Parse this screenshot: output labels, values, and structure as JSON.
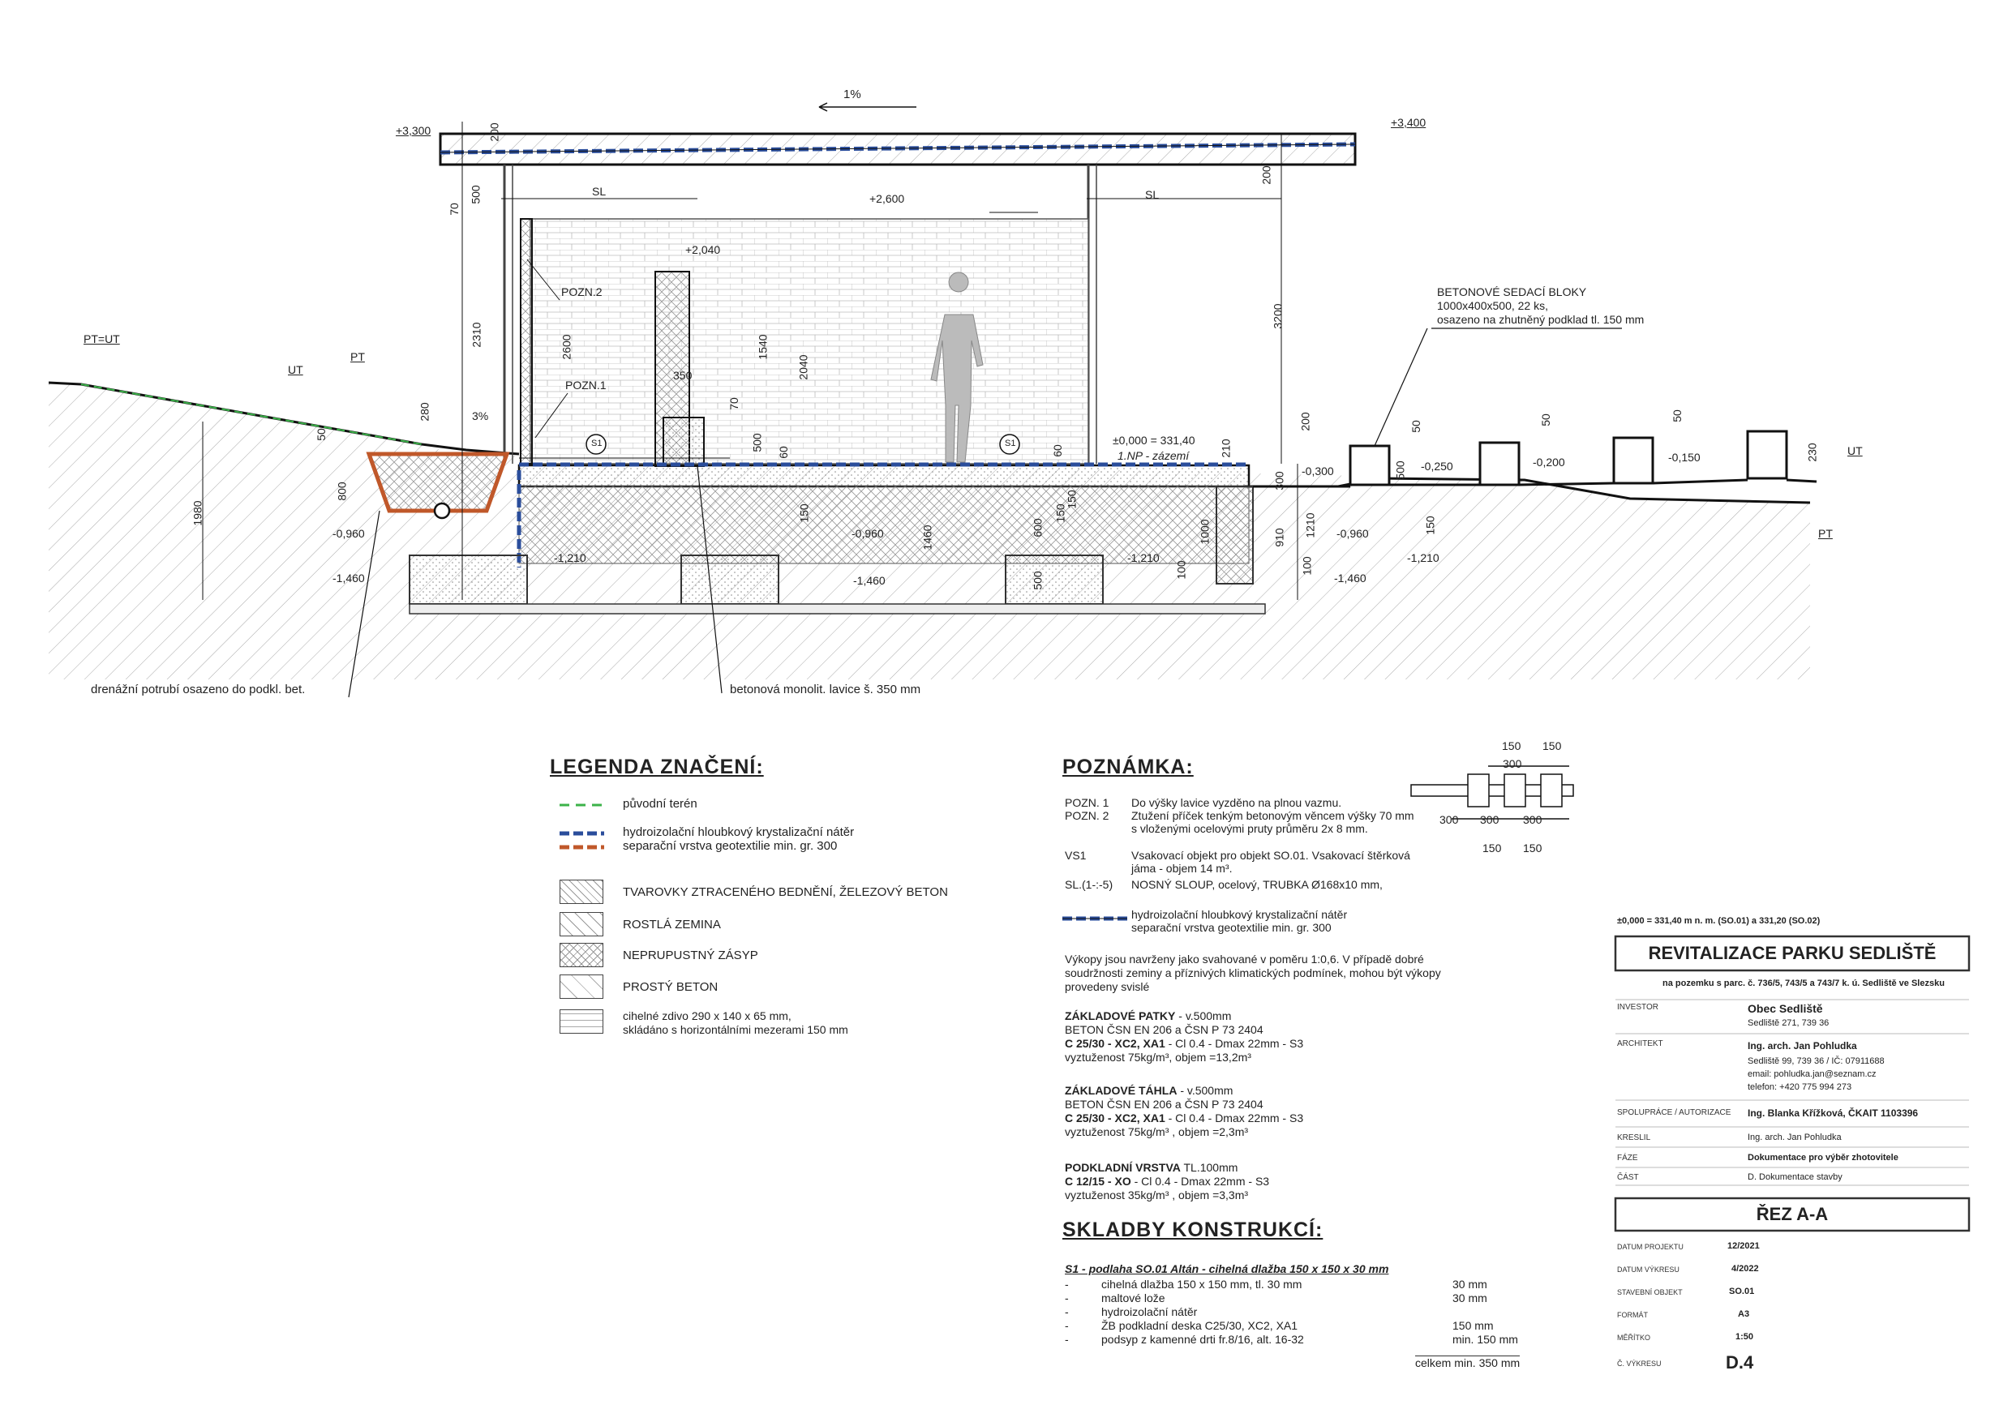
{
  "section": {
    "slope": "1%",
    "levels": {
      "roof_left": "+3,300",
      "roof_right": "+3,400",
      "wall_top": "+2,600",
      "bench_top": "+2,040",
      "floor": "±0,000 = 331,40",
      "floor_note": "1.NP - zázemí"
    },
    "labels": {
      "sl": "SL",
      "pozn1": "POZN.1",
      "pozn2": "POZN.2",
      "s1": "S1",
      "pt_ut": "PT=UT",
      "ut": "UT",
      "pt": "PT",
      "pct3": "3%"
    },
    "depths": {
      "m0960": "-0,960",
      "m1460": "-1,460",
      "m1210": "-1,210",
      "m0300": "-0,300",
      "m0250": "-0,250",
      "m0200": "-0,200",
      "m0150": "-0,150"
    },
    "dims_left": [
      "200",
      "500",
      "70",
      "2310",
      "2600",
      "280",
      "50",
      "800",
      "1980"
    ],
    "dims_mid": [
      "350",
      "70",
      "500",
      "60",
      "150",
      "1540",
      "2040",
      "1460",
      "60",
      "150",
      "600",
      "500",
      "150",
      "1000",
      "210",
      "100"
    ],
    "dims_right": [
      "200",
      "3200",
      "200",
      "300",
      "910",
      "1210",
      "100",
      "50",
      "500",
      "150",
      "50",
      "50",
      "230"
    ],
    "callouts": {
      "blocks": [
        "BETONOVÉ SEDACÍ BLOKY",
        "1000x400x500, 22 ks,",
        "osazeno na zhutněný podklad tl. 150 mm"
      ],
      "drain": "drenážní potrubí osazeno do podkl. bet.",
      "bench": "betonová monolit. lavice š. 350 mm"
    }
  },
  "legend": {
    "title": "LEGENDA ZNAČENÍ:",
    "lines": [
      {
        "label": "původní terén",
        "color": "#3cb34a"
      },
      {
        "label": "hydroizolační hloubkový krystalizační nátěr",
        "color": "#2a4d9b"
      },
      {
        "label": "separační vrstva geotextilie min. gr. 300",
        "color": "#c0582a"
      }
    ],
    "hatches": [
      {
        "label": "TVAROVKY ZTRACENÉHO BEDNĚNÍ, ŽELEZOVÝ BETON"
      },
      {
        "label": "ROSTLÁ ZEMINA"
      },
      {
        "label": "NEPRUPUSTNÝ ZÁSYP"
      },
      {
        "label": "PROSTÝ BETON"
      },
      {
        "label": "cihelné zdivo 290 x 140 x 65 mm,",
        "label2": "skládáno s horizontálními mezerami 150 mm"
      }
    ]
  },
  "notes": {
    "title": "POZNÁMKA:",
    "pozn1_key": "POZN. 1",
    "pozn1": "Do výšky lavice vyzděno na plnou vazmu.",
    "pozn2_key": "POZN. 2",
    "pozn2": "Ztužení příček tenkým betonovým věncem výšky  70 mm",
    "pozn2b": "s vloženými ocelovými pruty průměru 2x 8 mm.",
    "vs1_key": "VS1",
    "vs1": "Vsakovací objekt pro objekt SO.01. Vsakovací štěrková",
    "vs1b": "jáma - objem 14 m³.",
    "sl_key": "SL.(1-:-5)",
    "sl": "NOSNÝ SLOUP, ocelový, TRUBKA Ø168x10 mm,",
    "iso1": "hydroizolační hloubkový krystalizační nátěr",
    "iso2": "separační vrstva geotextilie min. gr. 300",
    "exc1": "Výkopy jsou navrženy jako svahované v poměru 1:0,6. V případě dobré",
    "exc2": "soudržnosti zeminy a příznivých klimatických podmínek, mohou být výkopy",
    "exc3": "provedeny svislé",
    "zp_title": "ZÁKLADOVÉ PATKY",
    "zp_h": " - v.500mm",
    "zp1": "BETON ČSN EN 206 a ČSN P 73 2404",
    "zp2a": "C 25/30 - XC2, XA1",
    "zp2b": " - Cl 0.4 - Dmax 22mm - S3",
    "zp3": "vyztuženost 75kg/m³,  objem =13,2m³",
    "zt_title": "ZÁKLADOVÉ TÁHLA",
    "zt_h": " - v.500mm",
    "zt1": "BETON ČSN EN 206 a ČSN P 73 2404",
    "zt2a": "C 25/30 - XC2, XA1",
    "zt2b": " - Cl 0.4 - Dmax 22mm - S3",
    "zt3": "vyztuženost 75kg/m³ ,  objem =2,3m³",
    "pv_title": "PODKLADNÍ VRSTVA",
    "pv_h": " TL.100mm",
    "pv2a": "C 12/15 - XO",
    "pv2b": " - Cl 0.4 - Dmax 22mm - S3",
    "pv3": "vyztuženost 35kg/m³ , objem =3,3m³",
    "tile_dims": [
      "150",
      "150",
      "300",
      "300",
      "300",
      "300",
      "150",
      "150"
    ]
  },
  "skladby": {
    "title": "SKLADBY KONSTRUKCÍ:",
    "s1_title": "S1 - podlaha SO.01 Altán - cihelná dlažba 150 x 150 x 30 mm",
    "rows": [
      {
        "dash": "-",
        "text": "cihelná dlažba 150 x 150 mm, tl. 30 mm",
        "val": "30 mm"
      },
      {
        "dash": "-",
        "text": "maltové lože",
        "val": "30 mm"
      },
      {
        "dash": "-",
        "text": "hydroizolační nátěr",
        "val": ""
      },
      {
        "dash": "-",
        "text": "ŽB podkladní deska C25/30, XC2, XA1",
        "val": "150 mm"
      },
      {
        "dash": "-",
        "text": "podsyp z kamenné drti fr.8/16, alt. 16-32",
        "val": "min. 150 mm"
      }
    ],
    "total": "celkem min. 350 mm"
  },
  "titleblock": {
    "datum": "±0,000 = 331,40 m n. m. (SO.01) a 331,20 (SO.02)",
    "project": "REVITALIZACE PARKU SEDLIŠTĚ",
    "project_sub": "na pozemku s parc. č. 736/5, 743/5 a 743/7 k. ú. Sedliště ve Slezsku",
    "investor_label": "INVESTOR",
    "investor": "Obec Sedliště",
    "investor_addr": "Sedliště 271, 739 36",
    "architect_label": "ARCHITEKT",
    "architect": "Ing. arch. Jan Pohludka",
    "architect_addr": "Sedliště 99, 739 36 / IČ: 07911688",
    "architect_email": "email: pohludka.jan@seznam.cz",
    "architect_tel": "telefon: +420 775 994 273",
    "spol_label": "SPOLUPRÁCE / AUTORIZACE",
    "spol": "Ing. Blanka Křížková, ČKAIT 1103396",
    "kreslil_label": "KRESLIL",
    "kreslil": "Ing. arch. Jan Pohludka",
    "faze_label": "FÁZE",
    "faze": "Dokumentace pro výběr zhotovitele",
    "cast_label": "ČÁST",
    "cast": "D. Dokumentace stavby",
    "drawing_title": "ŘEZ A-A",
    "rows": [
      {
        "label": "DATUM PROJEKTU",
        "value": "12/2021"
      },
      {
        "label": "DATUM VÝKRESU",
        "value": "4/2022"
      },
      {
        "label": "STAVEBNÍ OBJEKT",
        "value": "SO.01"
      },
      {
        "label": "FORMÁT",
        "value": "A3"
      },
      {
        "label": "MĚŘÍTKO",
        "value": "1:50"
      }
    ],
    "cislo_label": "Č. VÝKRESU",
    "cislo": "D.4"
  }
}
